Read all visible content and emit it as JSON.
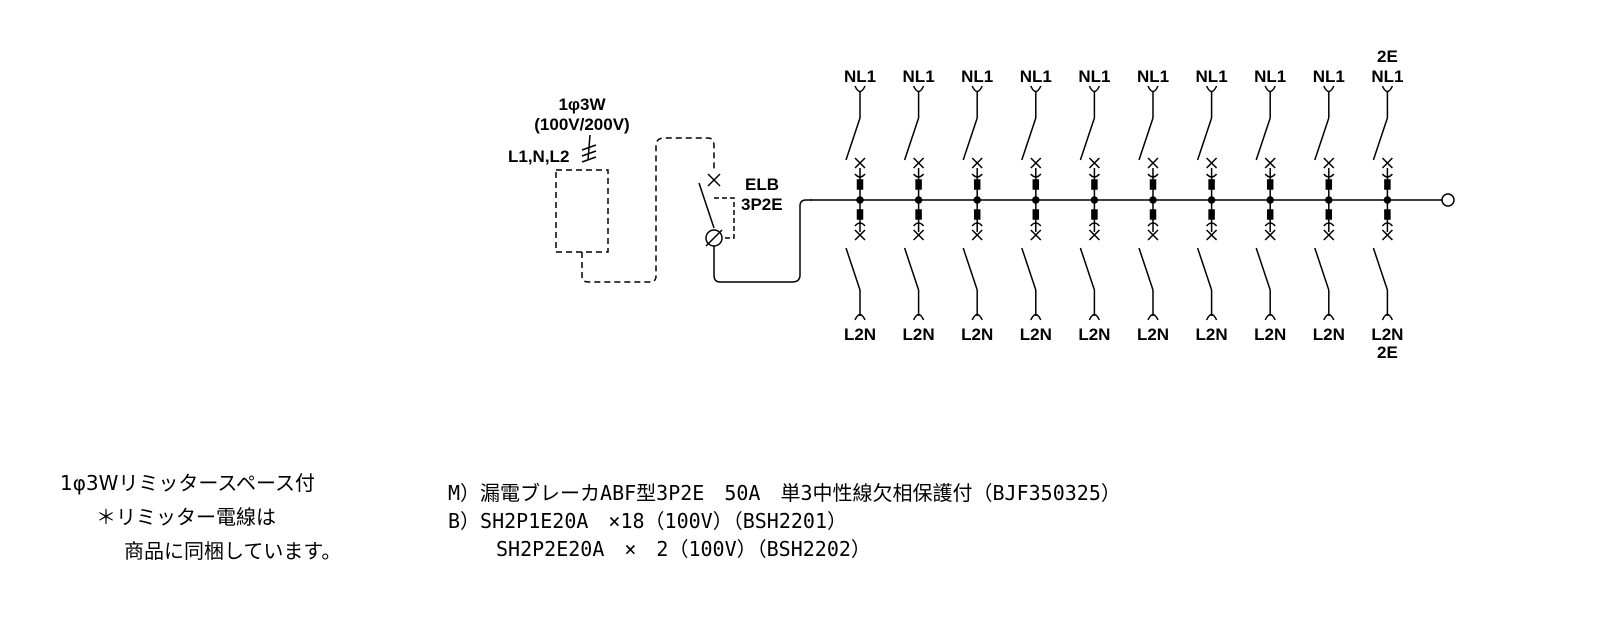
{
  "diagram": {
    "supply": {
      "phase_label": "1φ3W",
      "voltage_label": "(100V/200V)",
      "lines_label": "L1,N,L2"
    },
    "elb": {
      "name": "ELB",
      "poles": "3P2E"
    },
    "top_labels": [
      "NL1",
      "NL1",
      "NL1",
      "NL1",
      "NL1",
      "NL1",
      "NL1",
      "NL1",
      "NL1",
      "NL1"
    ],
    "top_extra": [
      "",
      "",
      "",
      "",
      "",
      "",
      "",
      "",
      "",
      "2E"
    ],
    "bottom_labels": [
      "L2N",
      "L2N",
      "L2N",
      "L2N",
      "L2N",
      "L2N",
      "L2N",
      "L2N",
      "L2N",
      "L2N"
    ],
    "bottom_extra": [
      "",
      "",
      "",
      "",
      "",
      "",
      "",
      "",
      "",
      "2E"
    ]
  },
  "notes": {
    "limiter_space": "1φ3Wリミッタースペース付",
    "limiter_wire": "＊リミッター電線は",
    "bundled": "商品に同梱しています。"
  },
  "spec": {
    "main": "M）漏電ブレーカABF型3P2E　50A　単3中性線欠相保護付（BJF350325）",
    "branch1": "B）SH2P1E20A　×18（100V）（BSH2201）",
    "branch2": "SH2P2E20A　×　2（100V）（BSH2202）"
  }
}
